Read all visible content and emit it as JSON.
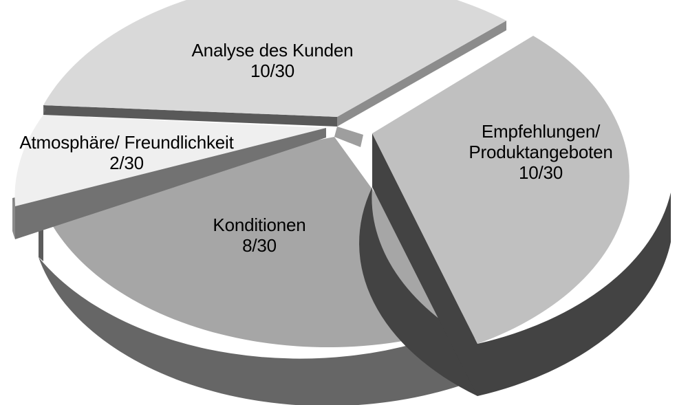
{
  "chart_data": {
    "type": "pie",
    "title": "",
    "subtitle": "",
    "xlabel": "",
    "ylabel": "",
    "legend_position": "none",
    "grid": false,
    "total": 30,
    "value_suffix": "/30",
    "exploded": true,
    "three_d": true,
    "background_color": "#FFFFFF",
    "label_text_color": "#000000",
    "categories": [
      "Analyse des Kunden",
      "Empfehlungen/ Produktangeboten",
      "Konditionen",
      "Atmosphäre/ Freundlichkeit"
    ],
    "values": [
      10,
      10,
      8,
      2
    ],
    "value_labels": [
      "10/30",
      "10/30",
      "8/30",
      "2/30"
    ],
    "percentages": [
      33.3,
      33.3,
      26.7,
      6.7
    ],
    "slices": [
      {
        "name": "Analyse des Kunden",
        "name_line1": "Analyse des Kunden",
        "name_line2": "",
        "value": 10,
        "value_label": "10/30",
        "percent": 33.3,
        "top_color": "#D9D9D9",
        "side_color": "#595959",
        "rim_color": "#7A7A7A"
      },
      {
        "name": "Empfehlungen/ Produktangeboten",
        "name_line1": "Empfehlungen/",
        "name_line2": "Produktangeboten",
        "value": 10,
        "value_label": "10/30",
        "percent": 33.3,
        "top_color": "#C0C0C0",
        "side_color": "#434343",
        "rim_color": "#434343"
      },
      {
        "name": "Konditionen",
        "name_line1": "Konditionen",
        "name_line2": "",
        "value": 8,
        "value_label": "8/30",
        "percent": 26.7,
        "top_color": "#A6A6A6",
        "side_color": "#666666",
        "rim_color": "#666666"
      },
      {
        "name": "Atmosphäre/ Freundlichkeit",
        "name_line1": "Atmosphäre/ Freundlichkeit",
        "name_line2": "",
        "value": 2,
        "value_label": "2/30",
        "percent": 6.7,
        "top_color": "#EFEFEF",
        "side_color": "#808080",
        "rim_color": "#9A9A9A"
      }
    ]
  },
  "labels": {
    "analyse": {
      "name": "Analyse des Kunden",
      "value": "10/30"
    },
    "empfehlungen": {
      "line1": "Empfehlungen/",
      "line2": "Produktangeboten",
      "value": "10/30"
    },
    "konditionen": {
      "name": "Konditionen",
      "value": "8/30"
    },
    "atmosphaere": {
      "name": "Atmosphäre/ Freundlichkeit",
      "value": "2/30"
    }
  }
}
